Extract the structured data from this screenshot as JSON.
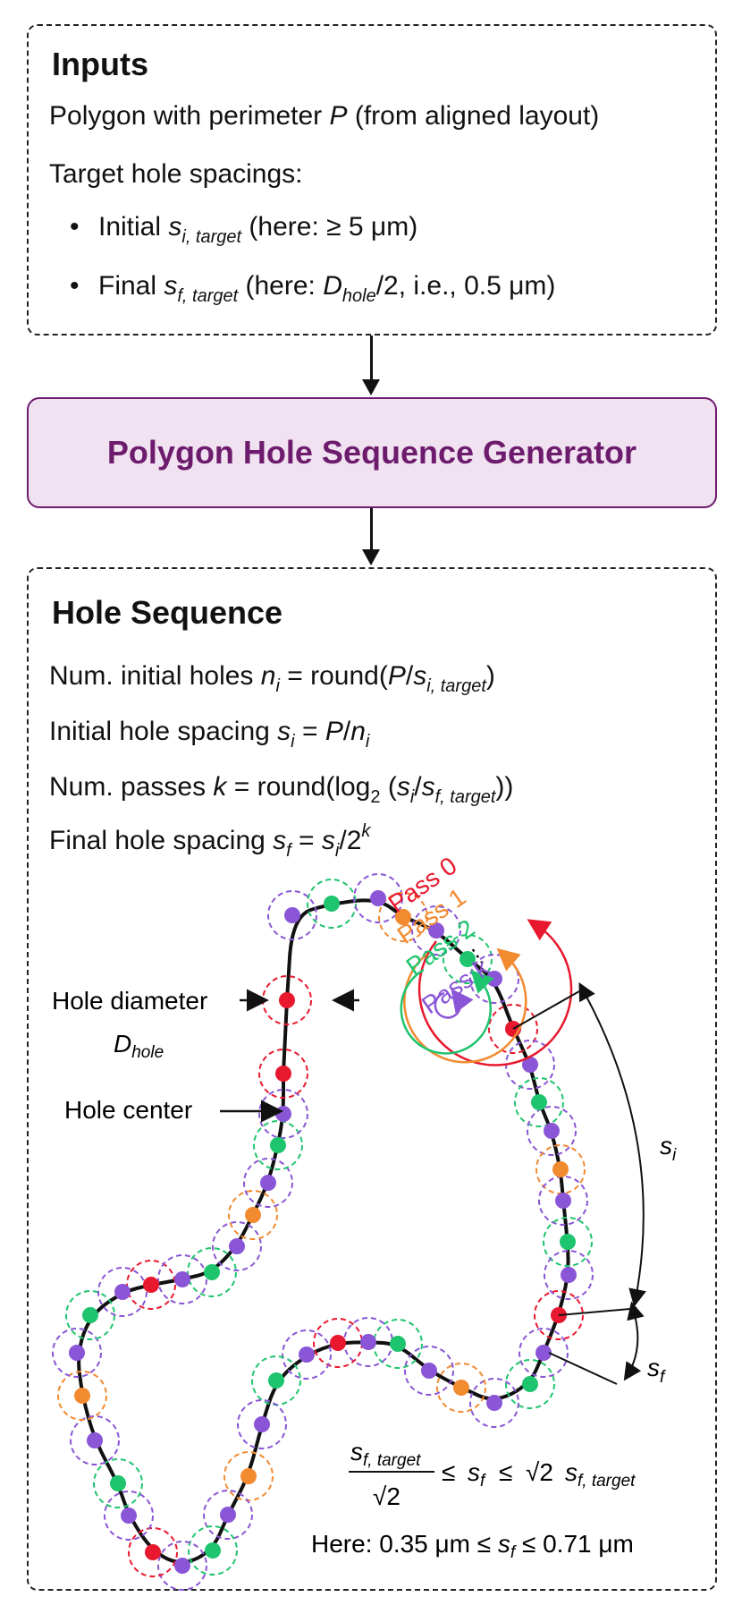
{
  "inputs": {
    "title": "Inputs",
    "line1_pre": "Polygon with perimeter ",
    "line1_var": "P",
    "line1_post": " (from aligned layout)",
    "line2": "Target hole spacings:",
    "bullet1_pre": "Initial ",
    "bullet1_var": "s",
    "bullet1_sub": "i, target",
    "bullet1_post": " (here: ≥ 5 μm)",
    "bullet2_pre": "Final ",
    "bullet2_var": "s",
    "bullet2_sub": "f, target",
    "bullet2_mid": " (here: ",
    "bullet2_var2": "D",
    "bullet2_sub2": "hole",
    "bullet2_post": "/2, i.e., 0.5 μm)"
  },
  "generator": {
    "label": "Polygon Hole Sequence Generator"
  },
  "sequence": {
    "title": "Hole Sequence",
    "f1_text": "Num. initial holes ",
    "f1_var": "n",
    "f1_sub": "i",
    "f1_eq": " = round(",
    "f1_p": "P",
    "f1_slash": "/",
    "f1_s": "s",
    "f1_ssub": "i, target",
    "f1_close": ")",
    "f2_text": "Initial hole spacing ",
    "f2_var": "s",
    "f2_sub": "i",
    "f2_eq": " = ",
    "f2_p": "P",
    "f2_slash": "/",
    "f2_n": "n",
    "f2_nsub": "i",
    "f3_text": "Num. passes ",
    "f3_var": "k",
    "f3_eq": " = round(log",
    "f3_logsub": "2",
    "f3_open": " (",
    "f3_s1": "s",
    "f3_s1sub": "i",
    "f3_slash": "/",
    "f3_s2": "s",
    "f3_s2sub": "f, target",
    "f3_close": "))",
    "f4_text": "Final hole spacing ",
    "f4_var": "s",
    "f4_sub": "f",
    "f4_eq": " = ",
    "f4_s": "s",
    "f4_ssub": "i",
    "f4_slash": "/2",
    "f4_sup": "k"
  },
  "diagram": {
    "label_hole_diameter": "Hole diameter",
    "label_dhole_var": "D",
    "label_dhole_sub": "hole",
    "label_hole_center": "Hole center",
    "pass0": "Pass 0",
    "pass1": "Pass 1",
    "pass2": "Pass 2",
    "pass_dots": "⋮",
    "passk": "Pass k",
    "si_var": "s",
    "si_sub": "i",
    "sf_var": "s",
    "sf_sub": "f",
    "ineq_num_var": "s",
    "ineq_num_sub": "f, target",
    "ineq_den": "√2",
    "ineq_mid": "≤",
    "ineq_sf_var": "s",
    "ineq_sf_sub": "f",
    "ineq_mid2": "≤",
    "ineq_sqrt": "√2",
    "ineq_r_var": "s",
    "ineq_r_sub": "f, target",
    "here_pre": "Here: 0.35 μm ≤ ",
    "here_var": "s",
    "here_sub": "f",
    "here_post": " ≤ 0.71 μm"
  },
  "colors": {
    "pass0": "#e8182e",
    "pass1": "#f28a30",
    "pass2": "#1fc46e",
    "passk": "#8a55d6",
    "generator_text": "#6d1b6d",
    "generator_fill": "#f1e2f1"
  }
}
